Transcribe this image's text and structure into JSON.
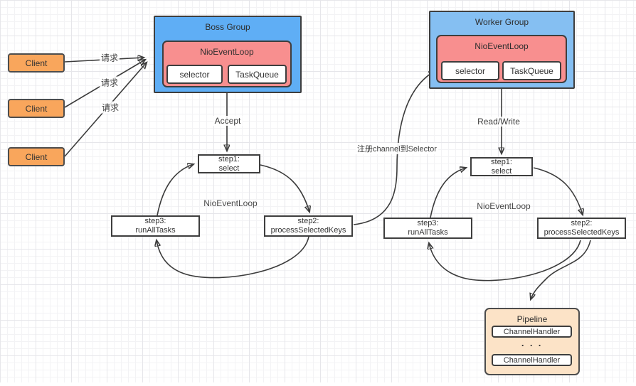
{
  "colors": {
    "client_fill": "#F9A65C",
    "boss_group_fill": "#5FAEF5",
    "worker_group_fill": "#85BFF2",
    "eventloop_fill": "#F88F8F",
    "pipeline_fill": "#FCE3C7",
    "node_border": "#3E3E3E",
    "arrow_stroke": "#3B3B3B"
  },
  "clients": [
    {
      "label": "Client"
    },
    {
      "label": "Client"
    },
    {
      "label": "Client"
    }
  ],
  "request_labels": [
    "请求",
    "请求",
    "请求"
  ],
  "boss_group": {
    "title": "Boss Group",
    "eventloop": "NioEventLoop",
    "selector": "selector",
    "taskqueue": "TaskQueue"
  },
  "worker_group": {
    "title": "Worker Group",
    "eventloop": "NioEventLoop",
    "selector": "selector",
    "taskqueue": "TaskQueue"
  },
  "edges": {
    "accept": "Accept",
    "read_write": "Read/Write",
    "register": "注册channel到Selector"
  },
  "boss_cycle": {
    "center_label": "NioEventLoop",
    "step1": [
      "step1:",
      "select"
    ],
    "step2": [
      "step2:",
      "processSelectedKeys"
    ],
    "step3": [
      "step3:",
      "runAllTasks"
    ]
  },
  "worker_cycle": {
    "center_label": "NioEventLoop",
    "step1": [
      "step1:",
      "select"
    ],
    "step2": [
      "step2:",
      "processSelectedKeys"
    ],
    "step3": [
      "step3:",
      "runAllTasks"
    ]
  },
  "pipeline": {
    "title": "Pipeline",
    "handlers": [
      "ChannelHandler",
      "ChannelHandler"
    ],
    "ellipsis": "· · ·"
  }
}
